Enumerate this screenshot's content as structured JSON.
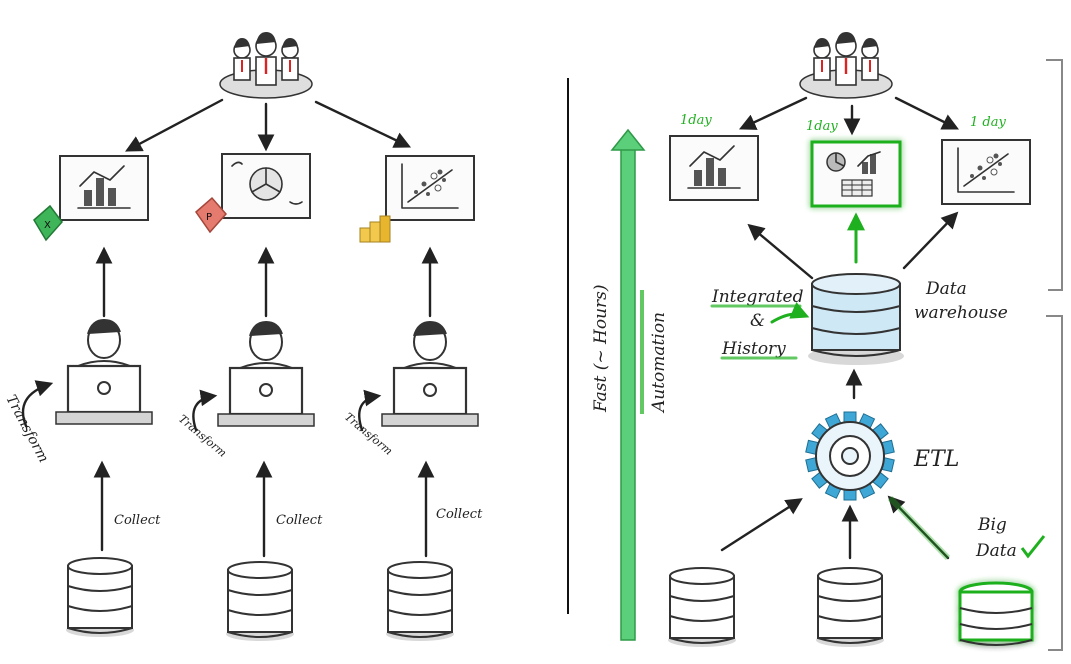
{
  "left": {
    "transform_label": "Transform",
    "collect_label": "Collect"
  },
  "right": {
    "day_labels": [
      "1day",
      "1day",
      "1 day"
    ],
    "integrated_label": "Integrated",
    "amp_label": "&",
    "history_label": "History",
    "dwh_label_1": "Data",
    "dwh_label_2": "warehouse",
    "etl_label": "ETL",
    "big_label": "Big",
    "data_label": "Data",
    "fast_label": "Fast (~ Hours)",
    "automation_label": "Automation"
  },
  "colors": {
    "green": "#1fb01f",
    "ink": "#222222",
    "db_blue": "#cfe8f5",
    "gear_blue": "#3fa7d6",
    "excel_green": "#3fb55a",
    "ppt_red": "#e57a6e",
    "powerbi_yellow": "#f2c94c"
  }
}
